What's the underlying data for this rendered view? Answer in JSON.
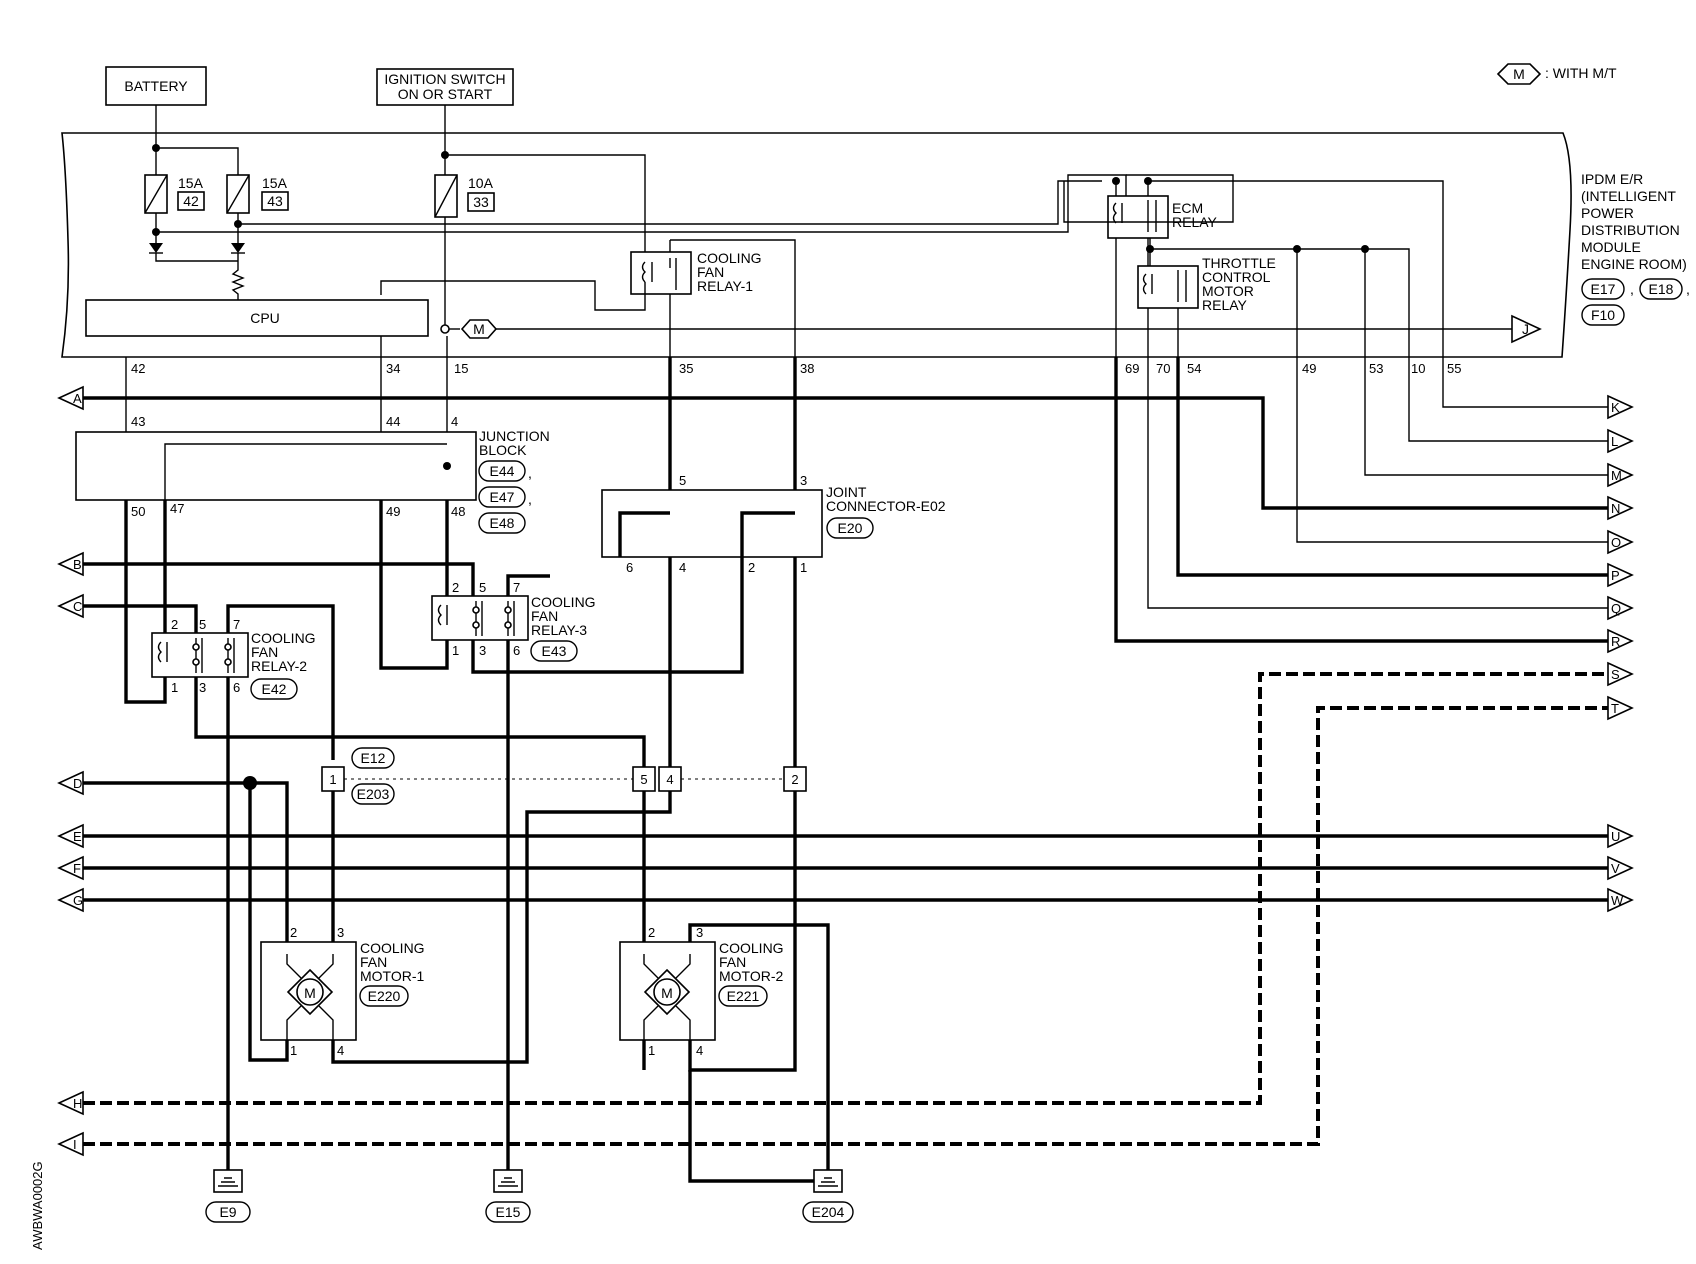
{
  "legend": {
    "symbol": "M",
    "text": ": WITH M/T"
  },
  "sources": {
    "battery": "BATTERY",
    "ignition_line1": "IGNITION SWITCH",
    "ignition_line2": "ON OR START"
  },
  "ipdm": {
    "label_lines": [
      "IPDM E/R",
      "(INTELLIGENT",
      "POWER",
      "DISTRIBUTION",
      "MODULE",
      "ENGINE ROOM)"
    ],
    "connectors": [
      "E17",
      "E18",
      "F10"
    ],
    "cpu": "CPU",
    "mt_symbol": "M",
    "fuses": [
      {
        "amp": "15A",
        "num": "42"
      },
      {
        "amp": "15A",
        "num": "43"
      },
      {
        "amp": "10A",
        "num": "33"
      }
    ],
    "ecm_relay": [
      "ECM",
      "RELAY"
    ],
    "throttle_relay": [
      "THROTTLE",
      "CONTROL",
      "MOTOR",
      "RELAY"
    ],
    "fan_relay_1": [
      "COOLING",
      "FAN",
      "RELAY-1"
    ],
    "pins": [
      "42",
      "34",
      "15",
      "35",
      "38",
      "69",
      "70",
      "54",
      "49",
      "53",
      "10",
      "55"
    ]
  },
  "junction_block": {
    "label_lines": [
      "JUNCTION",
      "BLOCK"
    ],
    "connectors": [
      "E44",
      "E47",
      "E48"
    ],
    "top_pins": [
      "43",
      "44",
      "4"
    ],
    "bottom_pins": [
      "50",
      "47",
      "49",
      "48"
    ]
  },
  "joint_connector": {
    "label_lines": [
      "JOINT",
      "CONNECTOR-E02"
    ],
    "connector": "E20",
    "top_pins": [
      "5",
      "3"
    ],
    "bottom_pins": [
      "6",
      "4",
      "2",
      "1"
    ]
  },
  "relay2": {
    "label_lines": [
      "COOLING",
      "FAN",
      "RELAY-2"
    ],
    "connector": "E42",
    "top_pins": [
      "2",
      "5",
      "7"
    ],
    "bottom_pins": [
      "1",
      "3",
      "6"
    ]
  },
  "relay3": {
    "label_lines": [
      "COOLING",
      "FAN",
      "RELAY-3"
    ],
    "connector": "E43",
    "top_pins": [
      "2",
      "5",
      "7"
    ],
    "bottom_pins": [
      "1",
      "3",
      "6"
    ]
  },
  "inline_connectors": {
    "left_pin": "1",
    "left_top": "E12",
    "left_bottom": "E203",
    "mid_pins": [
      "5",
      "4"
    ],
    "right_pin": "2"
  },
  "motor1": {
    "label_lines": [
      "COOLING",
      "FAN",
      "MOTOR-1"
    ],
    "connector": "E220",
    "symbol": "M",
    "pins": [
      "2",
      "3",
      "1",
      "4"
    ]
  },
  "motor2": {
    "label_lines": [
      "COOLING",
      "FAN",
      "MOTOR-2"
    ],
    "connector": "E221",
    "symbol": "M",
    "pins": [
      "2",
      "3",
      "1",
      "4"
    ]
  },
  "grounds": [
    "E9",
    "E15",
    "E204"
  ],
  "left_connectors": [
    "A",
    "B",
    "C",
    "D",
    "E",
    "F",
    "G",
    "H",
    "I"
  ],
  "right_connectors": [
    "J",
    "K",
    "L",
    "M",
    "N",
    "O",
    "P",
    "Q",
    "R",
    "S",
    "T",
    "U",
    "V",
    "W"
  ],
  "figure_code": "AWBWA0002G"
}
